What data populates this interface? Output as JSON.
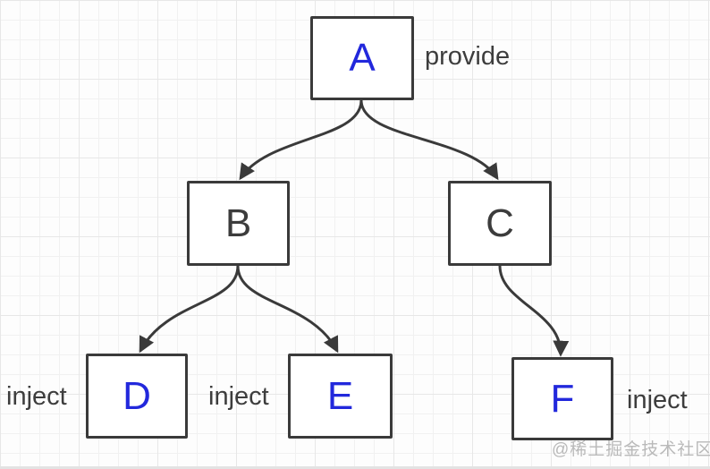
{
  "diagram": {
    "type": "tree",
    "nodes": {
      "A": {
        "label": "A",
        "text_color": "#2228dc",
        "annotation": "provide"
      },
      "B": {
        "label": "B",
        "text_color": "#3c3c3c"
      },
      "C": {
        "label": "C",
        "text_color": "#3c3c3c"
      },
      "D": {
        "label": "D",
        "text_color": "#2228dc",
        "annotation": "inject"
      },
      "E": {
        "label": "E",
        "text_color": "#2228dc",
        "annotation": "inject"
      },
      "F": {
        "label": "F",
        "text_color": "#2228dc",
        "annotation": "inject"
      }
    },
    "edges": [
      {
        "from": "A",
        "to": "B"
      },
      {
        "from": "A",
        "to": "C"
      },
      {
        "from": "B",
        "to": "D"
      },
      {
        "from": "B",
        "to": "E"
      },
      {
        "from": "C",
        "to": "F"
      }
    ],
    "labels": {
      "provide": "provide",
      "inject_d": "inject",
      "inject_e": "inject",
      "inject_f": "inject"
    },
    "watermark": "@稀土掘金技术社区",
    "colors": {
      "node_border": "#3a3a3a",
      "arrow": "#3a3a3a",
      "blue_text": "#2228dc",
      "dark_text": "#3c3c3c",
      "annotation_text": "#3d3d3d",
      "watermark_text": "#b9b9b9",
      "grid_minor": "#f1f1f1",
      "grid_major": "#e7e7e7",
      "background": "#fdfdfd"
    }
  }
}
